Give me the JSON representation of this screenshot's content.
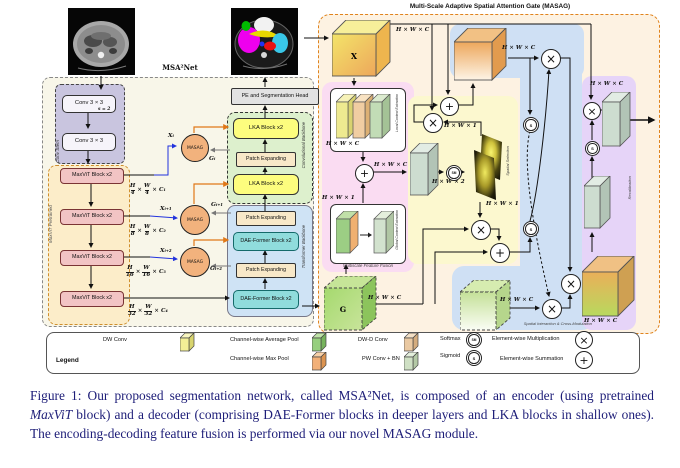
{
  "diagram": {
    "net_label": "MSA²Net",
    "masag_title": "Multi-Scale Adaptive Spatial Attention Gate (MASAG)",
    "times": "×",
    "encoder": {
      "stem_label": "Conv Stem",
      "conv1": "Conv 3 × 3",
      "stride": "s = 2",
      "conv2": "Conv 3 × 3",
      "backbone_label": "MaxViT Pretrained",
      "block": "MaxViT Block x2",
      "dims": [
        {
          "n1": "H",
          "d1": "4",
          "n2": "W",
          "d2": "4",
          "ch": "C₁"
        },
        {
          "n1": "H",
          "d1": "8",
          "n2": "W",
          "d2": "8",
          "ch": "C₂"
        },
        {
          "n1": "H",
          "d1": "16",
          "n2": "W",
          "d2": "16",
          "ch": "C₃"
        },
        {
          "n1": "H",
          "d1": "32",
          "n2": "W",
          "d2": "32",
          "ch": "C₄"
        }
      ]
    },
    "masag_circle": "MASAG",
    "gates": {
      "x1": "Xᵢ",
      "g1": "Gᵢ",
      "x2": "Xᵢ₊₁",
      "g2": "Gᵢ₊₁",
      "x3": "Xᵢ₊₂",
      "g3": "Gᵢ₊₂"
    },
    "decoder": {
      "conv_backbone": "Convolutional Backbone",
      "transformer_backbone": "Transformer Backbone",
      "lka": "LKA Block x2",
      "patch": "Patch Expanding",
      "dae": "DAE-Former Block x2",
      "head": "PE and Segmentation Head"
    },
    "masag_panel": {
      "x_label": "X",
      "g_label": "G",
      "hwc": "H × W × C",
      "hw1": "H × W × 1",
      "hw2": "H × W × 2",
      "fusion_label": "Multiscale Feature Fusion",
      "local_label": "Local Context Extraction",
      "global_label": "Global Context Extraction",
      "spatial_sel_label": "Spatial Selection",
      "cross_mod_label": "Spatial Interaction & Cross-Modulation",
      "recal_label": "Recalibration",
      "sigmoid": "S",
      "softmax": "SM",
      "mult": "×",
      "plus": "+"
    },
    "legend": {
      "title": "Legend",
      "dw": "DW Conv",
      "avg": "Channel-wise Average Pool",
      "max": "Channel-wise Max Pool",
      "dwd": "DW-D Conv",
      "pw": "PW Conv + BN",
      "sigmoid": "Sigmoid",
      "softmax": "Softmax",
      "mult": "Element-wise Multiplication",
      "sum": "Element-wise Summation"
    }
  },
  "caption": {
    "part1": "Figure 1: Our proposed segmentation network, called MSA²Net, is composed of an encoder (using pretrained ",
    "italic": "MaxViT",
    "part2": " block) and a decoder (comprising DAE-Former blocks in deeper layers and LKA blocks in shallow ones). The encoding-decoding feature fusion is performed via our novel MASAG module."
  },
  "colors": {
    "panel_border": "#e0831d",
    "pink_region": "#fadcf2",
    "yellow_region": "#fcf8cf",
    "blue_region": "#cfe0f4",
    "purple_region": "#e6d4f8",
    "encoder_block": "#f2c4c4",
    "masag_circle": "#f2b27d",
    "lka_block": "#fdfd7e",
    "dae_block": "#90dcdc"
  }
}
